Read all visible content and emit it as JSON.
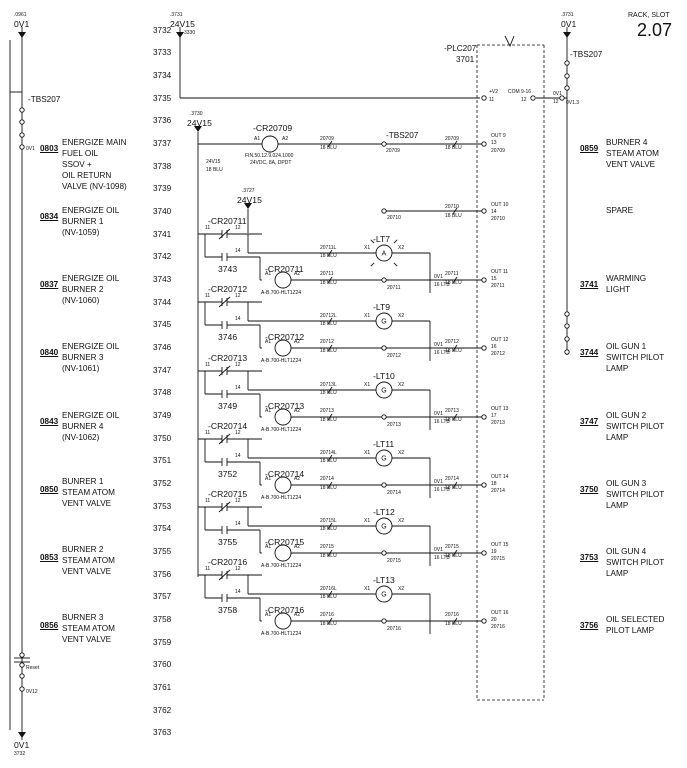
{
  "rack_slot": {
    "title": "RACK, SLOT",
    "number": "2.07"
  },
  "line_numbers": [
    "3732",
    "3733",
    "3734",
    "3735",
    "3736",
    "3737",
    "3738",
    "3739",
    "3740",
    "3741",
    "3742",
    "3743",
    "3744",
    "3745",
    "3746",
    "3747",
    "3748",
    "3749",
    "3750",
    "3751",
    "3752",
    "3753",
    "3754",
    "3755",
    "3756",
    "3757",
    "3758",
    "3759",
    "3760",
    "3761",
    "3762",
    "3763"
  ],
  "left_rail": {
    "top_ref": ".0961",
    "top_label": "0V1",
    "bottom_label": "0V1",
    "bottom_ref": "3732",
    "tb_label": "-TBS207",
    "terminal_mid": "0V1",
    "reset_label": "Reset",
    "terminal_low": "0V12"
  },
  "left_descriptions": [
    {
      "ref": "0803",
      "text": "ENERGIZE MAIN\nFUEL OIL\nSSOV +\nOIL RETURN\nVALVE (NV-1098)"
    },
    {
      "ref": "0834",
      "text": "ENERGIZE OIL\nBURNER 1\n(NV-1059)"
    },
    {
      "ref": "0837",
      "text": "ENERGIZE OIL\nBURNER 2\n(NV-1060)"
    },
    {
      "ref": "0840",
      "text": "ENERGIZE OIL\nBURNER 3\n(NV-1061)"
    },
    {
      "ref": "0843",
      "text": "ENERGIZE OIL\nBURNER 4\n(NV-1062)"
    },
    {
      "ref": "0850",
      "text": "BUNRER 1\nSTEAM ATOM\nVENT VALVE"
    },
    {
      "ref": "0853",
      "text": "BURNER 2\nSTEAM ATOM\nVENT VALVE"
    },
    {
      "ref": "0856",
      "text": "BURNER 3\nSTEAM ATOM\nVENT VALVE"
    }
  ],
  "right_descriptions": [
    {
      "ref": "0859",
      "text": "BURNER 4\nSTEAM ATOM\nVENT VALVE"
    },
    {
      "ref": "",
      "text": "SPARE"
    },
    {
      "ref": "3741",
      "text": "WARMING\nLIGHT"
    },
    {
      "ref": "3744",
      "text": "OIL GUN 1\nSWITCH PILOT\nLAMP"
    },
    {
      "ref": "3747",
      "text": "OIL GUN 2\nSWITCH PILOT\nLAMP"
    },
    {
      "ref": "3750",
      "text": "OIL GUN 3\nSWITCH PILOT\nLAMP"
    },
    {
      "ref": "3753",
      "text": "OIL GUN 4\nSWITCH PILOT\nLAMP"
    },
    {
      "ref": "3756",
      "text": "OIL SELECTED\nPILOT LAMP"
    }
  ],
  "top_bus": {
    "ref": ".3731",
    "label": "24V15",
    "sub": "3330"
  },
  "right_rail": {
    "ref": ".3731",
    "label": "0V1",
    "tb_label": "-TBS207",
    "terminal": "0V1",
    "terminal_sub": "0V1.3"
  },
  "plc": {
    "label": "-PLC207",
    "sub": "3701",
    "com_label": "COM 9-16",
    "com_pin": "12",
    "v_label": "+V2",
    "v_pin": "11",
    "v_side": "0V1",
    "v_side_sub": "12"
  },
  "bus2": {
    "ref": ".3730",
    "label": "24V15",
    "drop_label": "24V15",
    "drop_wire": "18 BLU"
  },
  "bus3": {
    "ref": ".3727",
    "label": "24V15"
  },
  "main_coil": {
    "label": "-CR20709",
    "a1": "A1",
    "a2": "A2",
    "spec1": "FIN.50.12.9.024.1000",
    "spec2": "24VDC, 8A, DPDT",
    "wire": "20709",
    "wire_spec": "18 BLU",
    "tb": "-TBS207",
    "tb_wire": "20709",
    "out_wire": "20709",
    "out_spec": "18 BLU",
    "out_lbl": "OUT 9",
    "out_pin": "13",
    "out_num": "20709"
  },
  "spare": {
    "wire_left": "20710",
    "wire": "20710",
    "wire_spec": "18 BLU",
    "out_lbl": "OUT 10",
    "out_pin": "14",
    "out_num": "20710"
  },
  "contacts": [
    {
      "label": "-CR20711",
      "p1": "11",
      "p2": "12",
      "p3": "14",
      "line": "3743"
    },
    {
      "label": "-CR20712",
      "p1": "11",
      "p2": "12",
      "p3": "14",
      "line": "3746"
    },
    {
      "label": "-CR20713",
      "p1": "11",
      "p2": "12",
      "p3": "14",
      "line": "3749"
    },
    {
      "label": "-CR20714",
      "p1": "11",
      "p2": "12",
      "p3": "14",
      "line": "3752"
    },
    {
      "label": "-CR20715",
      "p1": "11",
      "p2": "12",
      "p3": "14",
      "line": "3755"
    },
    {
      "label": "-CR20716",
      "p1": "11",
      "p2": "12",
      "p3": "14",
      "line": "3758"
    }
  ],
  "lamps": [
    {
      "label": "-LT7",
      "sym": "A",
      "x1": "X1",
      "x2": "X2",
      "wire": "20711L",
      "wire_spec": "18 BLU",
      "ov": "0V1",
      "ov_spec": "16 LTB"
    },
    {
      "label": "-LT9",
      "sym": "G",
      "x1": "X1",
      "x2": "X2",
      "wire": "20712L",
      "wire_spec": "18 BLU",
      "ov": "0V1",
      "ov_spec": "16 LTB"
    },
    {
      "label": "-LT10",
      "sym": "G",
      "x1": "X1",
      "x2": "X2",
      "wire": "20713L",
      "wire_spec": "18 BLU",
      "ov": "0V1",
      "ov_spec": "16 LTB"
    },
    {
      "label": "-LT11",
      "sym": "G",
      "x1": "X1",
      "x2": "X2",
      "wire": "20714L",
      "wire_spec": "18 BLU",
      "ov": "0V1",
      "ov_spec": "16 LTB"
    },
    {
      "label": "-LT12",
      "sym": "G",
      "x1": "X1",
      "x2": "X2",
      "wire": "20715L",
      "wire_spec": "18 BLU",
      "ov": "0V1",
      "ov_spec": "16 LTB"
    },
    {
      "label": "-LT13",
      "sym": "G",
      "x1": "X1",
      "x2": "X2",
      "wire": "20716L",
      "wire_spec": "18 BLU",
      "ov": "",
      "ov_spec": ""
    }
  ],
  "coils": [
    {
      "label": "-CR20711",
      "a1": "A1",
      "a2": "A2",
      "spec": "A-B.700-HLT1Z24",
      "wire": "20711",
      "wire_spec": "18 BLU",
      "below": "20711",
      "out_wire": "20711",
      "out_spec": "18 BLU",
      "out_lbl": "OUT 11",
      "out_pin": "15",
      "out_num": "20711"
    },
    {
      "label": "-CR20712",
      "a1": "A1",
      "a2": "A2",
      "spec": "A-B.700-HLT1Z24",
      "wire": "20712",
      "wire_spec": "18 BLU",
      "below": "20712",
      "out_wire": "20712",
      "out_spec": "18 BLU",
      "out_lbl": "OUT 12",
      "out_pin": "16",
      "out_num": "20712"
    },
    {
      "label": "-CR20713",
      "a1": "A1",
      "a2": "A2",
      "spec": "A-B.700-HLT1Z24",
      "wire": "20713",
      "wire_spec": "18 BLU",
      "below": "20713",
      "out_wire": "20713",
      "out_spec": "18 BLU",
      "out_lbl": "OUT 13",
      "out_pin": "17",
      "out_num": "20713"
    },
    {
      "label": "-CR20714",
      "a1": "A1",
      "a2": "A2",
      "spec": "A-B.700-HLT1Z24",
      "wire": "20714",
      "wire_spec": "18 BLU",
      "below": "20714",
      "out_wire": "20714",
      "out_spec": "18 BLU",
      "out_lbl": "OUT 14",
      "out_pin": "18",
      "out_num": "20714"
    },
    {
      "label": "-CR20715",
      "a1": "A1",
      "a2": "A2",
      "spec": "A-B.700-HLT1Z24",
      "wire": "20715",
      "wire_spec": "18 BLU",
      "below": "20715",
      "out_wire": "20715",
      "out_spec": "18 BLU",
      "out_lbl": "OUT 15",
      "out_pin": "19",
      "out_num": "20715"
    },
    {
      "label": "-CR20716",
      "a1": "A1",
      "a2": "A2",
      "spec": "A-B.700-HLT1Z24",
      "wire": "20716",
      "wire_spec": "18 BLU",
      "below": "20716",
      "out_wire": "20716",
      "out_spec": "18 BLU",
      "out_lbl": "OUT 16",
      "out_pin": "20",
      "out_num": "20716"
    }
  ],
  "colors": {
    "line": "#111111",
    "background": "#ffffff"
  }
}
